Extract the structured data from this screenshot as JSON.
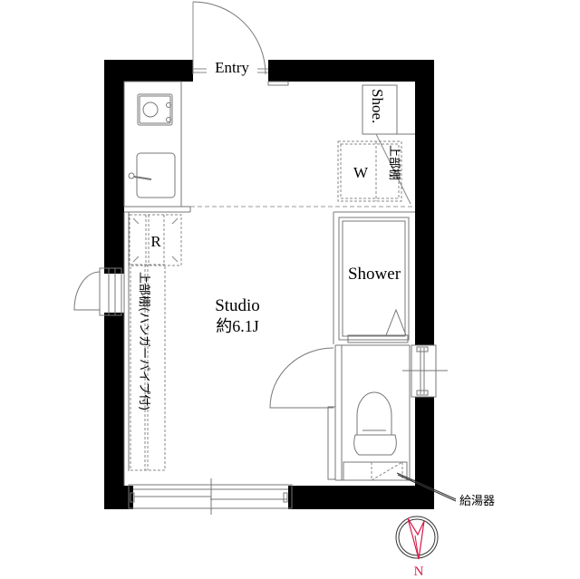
{
  "floor_plan": {
    "rooms": {
      "entry": "Entry",
      "shoe": "Shoe.",
      "wardrobe": "W",
      "upper_shelf_right": "上部棚",
      "refrigerator": "R",
      "upper_shelf_left": "上部棚(ハンガーパイプ付)",
      "studio_name": "Studio",
      "studio_size": "約6.1J",
      "shower": "Shower",
      "water_heater": "給湯器"
    },
    "compass": {
      "label": "N",
      "color": "#d81b4a"
    }
  }
}
